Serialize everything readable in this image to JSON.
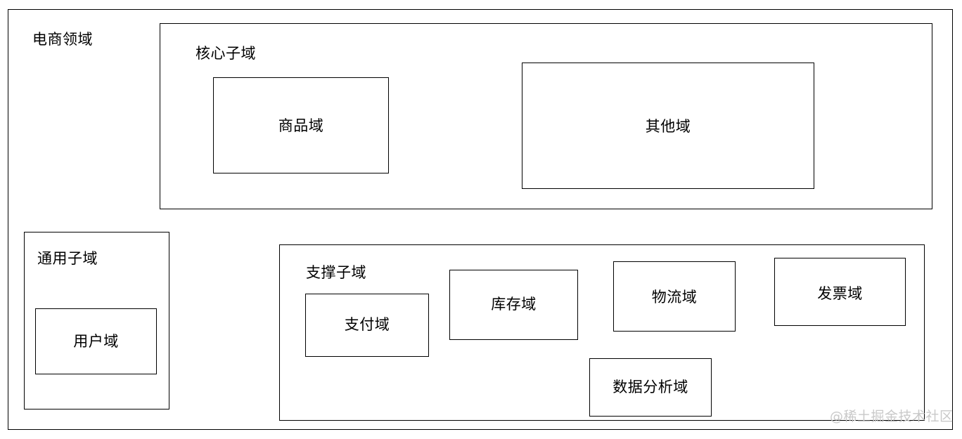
{
  "diagram": {
    "title": "电商领域",
    "watermark": "@稀土掘金技术社区",
    "colors": {
      "stroke": "#000000",
      "background": "#ffffff",
      "text": "#000000",
      "watermark": "#c9c9c9"
    },
    "root": {
      "label": "电商领域",
      "subdomains": [
        {
          "key": "core",
          "label": "核心子域",
          "domains": [
            {
              "key": "product",
              "label": "商品域"
            },
            {
              "key": "other",
              "label": "其他域"
            }
          ]
        },
        {
          "key": "generic",
          "label": "通用子域",
          "domains": [
            {
              "key": "user",
              "label": "用户域"
            }
          ]
        },
        {
          "key": "supporting",
          "label": "支撑子域",
          "domains": [
            {
              "key": "payment",
              "label": "支付域"
            },
            {
              "key": "inventory",
              "label": "库存域"
            },
            {
              "key": "logistics",
              "label": "物流域"
            },
            {
              "key": "invoice",
              "label": "发票域"
            },
            {
              "key": "analytics",
              "label": "数据分析域"
            }
          ]
        }
      ]
    }
  }
}
